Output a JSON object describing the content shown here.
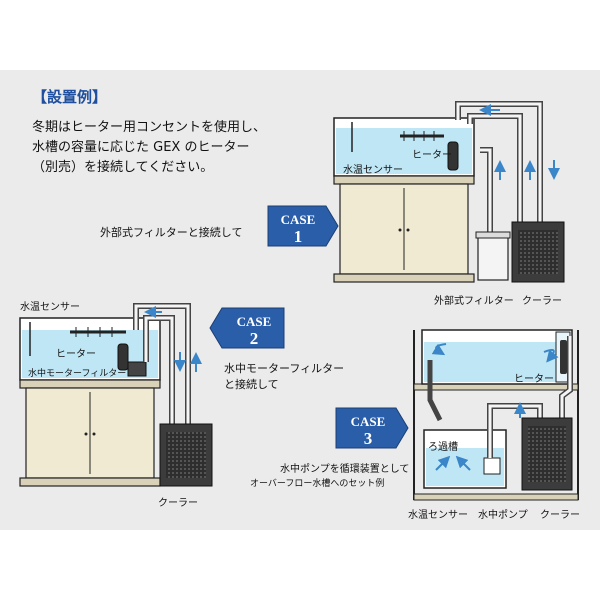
{
  "intro": {
    "heading": "【設置例】",
    "lines": [
      "冬期はヒーター用コンセントを使用し、",
      "水槽の容量に応じた GEX のヒーター",
      "（別売）を接続してください。"
    ]
  },
  "cases": [
    {
      "badge": "CASE",
      "number": "1",
      "description": [
        "外部式フィルターと接続して"
      ],
      "labels": {
        "heater": "ヒーター",
        "sensor": "水温センサー",
        "filter": "外部式フィルター",
        "cooler": "クーラー"
      }
    },
    {
      "badge": "CASE",
      "number": "2",
      "description": [
        "水中モーターフィルター",
        "と接続して"
      ],
      "labels": {
        "sensor": "水温センサー",
        "heater": "ヒーター",
        "filter": "水中モーターフィルター",
        "cooler": "クーラー"
      }
    },
    {
      "badge": "CASE",
      "number": "3",
      "description": [
        "水中ポンプを循環装置として",
        "オーバーフロー水槽へのセット例"
      ],
      "labels": {
        "heater": "ヒーター",
        "sump": "ろ過槽",
        "sensor": "水温センサー",
        "pump": "水中ポンプ",
        "cooler": "クーラー"
      }
    }
  ],
  "colors": {
    "panel": "#ebebeb",
    "heading": "#1f4f9e",
    "badge": "#2a5ea8",
    "water": "#bfe6f5",
    "cabinet": "#f0ead2",
    "cooler": "#3c3c3c",
    "arrow": "#3a86c8"
  }
}
